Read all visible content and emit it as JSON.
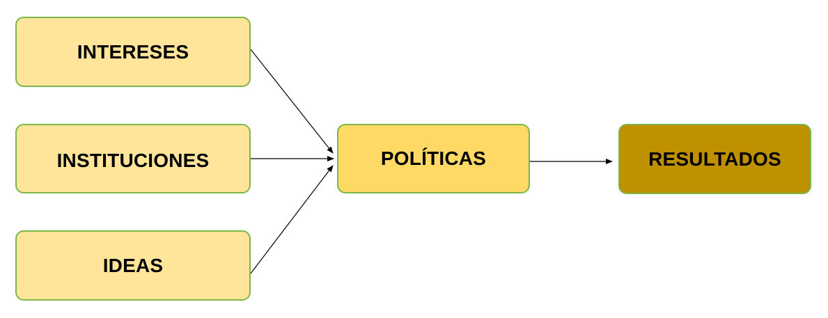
{
  "diagram": {
    "nodes": {
      "intereses": {
        "label": "INTERESES",
        "fill": "#ffe599"
      },
      "instituciones": {
        "label": "INSTITUCIONES",
        "fill": "#ffe599"
      },
      "ideas": {
        "label": "IDEAS",
        "fill": "#ffe599"
      },
      "politicas": {
        "label": "POLÍTICAS",
        "fill": "#ffd966"
      },
      "resultados": {
        "label": "RESULTADOS",
        "fill": "#bf9000"
      }
    },
    "edges": [
      {
        "from": "intereses",
        "to": "politicas"
      },
      {
        "from": "instituciones",
        "to": "politicas"
      },
      {
        "from": "ideas",
        "to": "politicas"
      },
      {
        "from": "politicas",
        "to": "resultados"
      }
    ],
    "border_color": "#7ab648",
    "arrow_color": "#000000"
  }
}
